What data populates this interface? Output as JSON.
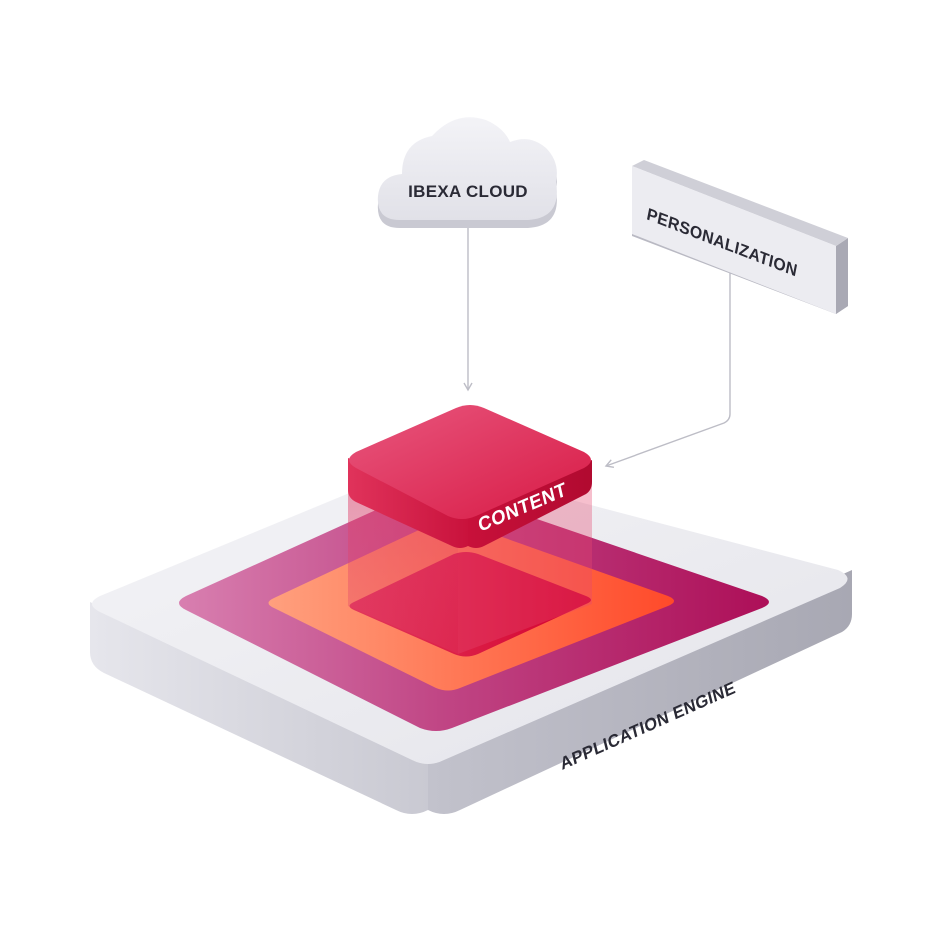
{
  "diagram": {
    "cloud": {
      "label": "IBEXA CLOUD"
    },
    "personalization": {
      "label": "PERSONALIZATION"
    },
    "content": {
      "label": "CONTENT"
    },
    "platform": {
      "label": "APPLICATION ENGINE"
    }
  },
  "colors": {
    "background": "#ffffff",
    "platform_top": "#ececf0",
    "platform_side_light": "#d9d9df",
    "platform_side_dark": "#a9a9b4",
    "magenta": "#b3155f",
    "orange": "#ff5533",
    "content_red": "#d6153f",
    "content_red_light": "#e35078",
    "label_text": "#2a2a35",
    "white_text": "#ffffff",
    "connector": "#bdbdc6"
  }
}
